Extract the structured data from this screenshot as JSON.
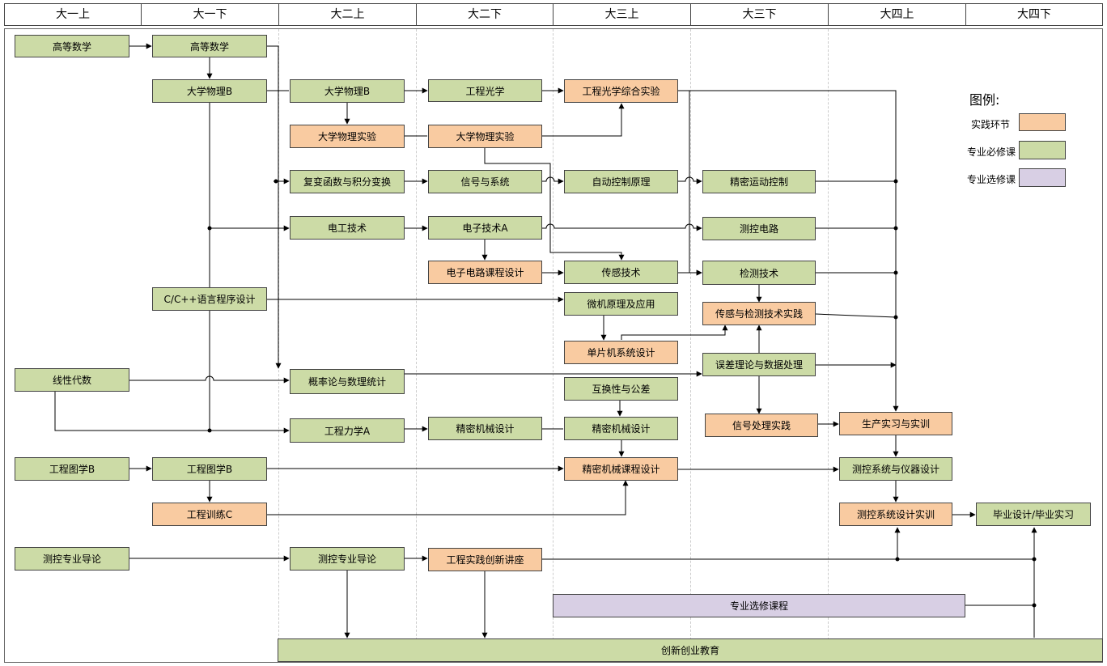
{
  "semesters": [
    "大一上",
    "大一下",
    "大二上",
    "大二下",
    "大三上",
    "大三下",
    "大四上",
    "大四下"
  ],
  "courses": {
    "math_1": "高等数学",
    "math_2": "高等数学",
    "phys_b1": "大学物理B",
    "phys_b2": "大学物理B",
    "eng_optics": "工程光学",
    "optics_exp": "工程光学综合实验",
    "phys_lab1": "大学物理实验",
    "phys_lab2": "大学物理实验",
    "complex_func": "复变函数与积分变换",
    "signals": "信号与系统",
    "auto_ctrl": "自动控制原理",
    "precise_motion": "精密运动控制",
    "elec_tech": "电工技术",
    "electronics_a": "电子技术A",
    "mc_circuit": "测控电路",
    "circuit_design": "电子电路课程设计",
    "sensor_tech": "传感技术",
    "detect_tech": "检测技术",
    "c_prog": "C/C++语言程序设计",
    "microcomputer": "微机原理及应用",
    "sensor_practice": "传感与检测技术实践",
    "mcu_design": "单片机系统设计",
    "linear_alg": "线性代数",
    "probability": "概率论与数理统计",
    "error_theory": "误差理论与数据处理",
    "tolerance": "互换性与公差",
    "eng_mech": "工程力学A",
    "precise_mech1": "精密机械设计",
    "precise_mech2": "精密机械设计",
    "signal_proc": "信号处理实践",
    "prod_practice": "生产实习与实训",
    "eng_drawing1": "工程图学B",
    "eng_drawing2": "工程图学B",
    "mech_course": "精密机械课程设计",
    "mc_system": "测控系统与仪器设计",
    "eng_training": "工程训练C",
    "mc_sys_practice": "测控系统设计实训",
    "graduation": "毕业设计/毕业实习",
    "intro_1": "测控专业导论",
    "intro_2": "测控专业导论",
    "innovation_lecture": "工程实践创新讲座",
    "electives": "专业选修课程",
    "innovation_edu": "创新创业教育"
  },
  "legend": {
    "title": "图例:",
    "practice": "实践环节",
    "required": "专业必修课",
    "elective": "专业选修课"
  },
  "colors": {
    "practice": "#f9cba1",
    "required": "#ccdba6",
    "elective": "#d8cfe4"
  }
}
